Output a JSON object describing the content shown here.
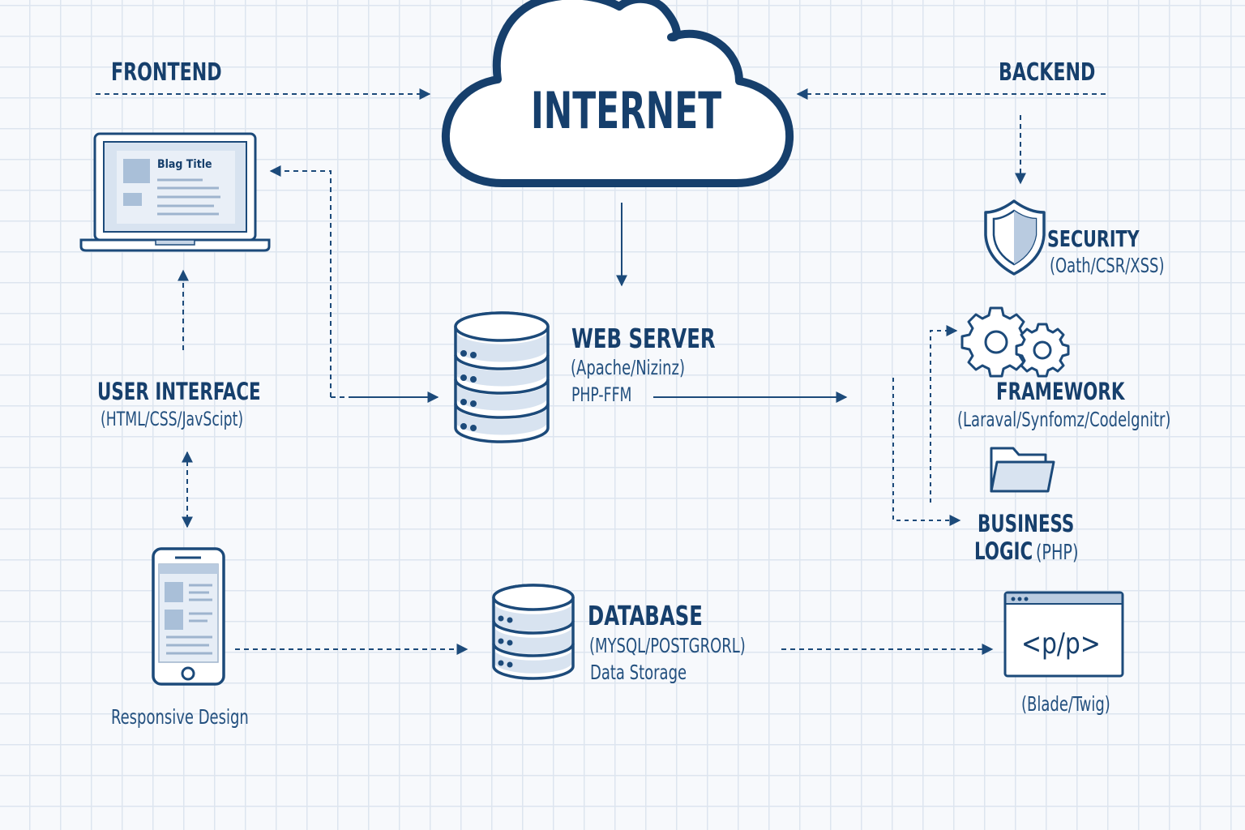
{
  "colors": {
    "line": "#1c4a7a",
    "fill_light": "#d8e3f0",
    "fill_mid": "#b9cbe0",
    "text": "#163f6c"
  },
  "frontend": {
    "label": "FRONTEND"
  },
  "backend": {
    "label": "BACKEND"
  },
  "internet": {
    "label": "INTERNET",
    "icon": "cloud-icon"
  },
  "laptop": {
    "icon": "laptop-icon",
    "screen_title": "Blag Title"
  },
  "user_interface": {
    "title": "USER INTERFACE",
    "subtitle": "(HTML/CSS/JavScipt)"
  },
  "mobile": {
    "icon": "smartphone-icon",
    "caption": "Responsive Design"
  },
  "web_server": {
    "icon": "server-stack-icon",
    "title": "WEB SERVER",
    "subtitle": "(Apache/Nizinz)",
    "detail": "PHP-FFM"
  },
  "database": {
    "icon": "database-icon",
    "title": "DATABASE",
    "subtitle": "(MYSQL/POSTGRORL)",
    "detail": "Data Storage"
  },
  "security": {
    "icon": "shield-icon",
    "title": "SECURITY",
    "subtitle": "(Oath/CSR/XSS)"
  },
  "framework": {
    "icon": "gears-icon",
    "title": "FRAMEWORK",
    "subtitle": "(Laraval/Synfomz/Codelgnitr)"
  },
  "business_logic": {
    "icon": "folder-icon",
    "title_line1": "BUSINESS",
    "title_line2": "LOGIC",
    "title_suffix": "(PHP)"
  },
  "templating": {
    "icon": "code-window-icon",
    "code": "<p/p>",
    "caption": "(Blade/Twig)"
  }
}
